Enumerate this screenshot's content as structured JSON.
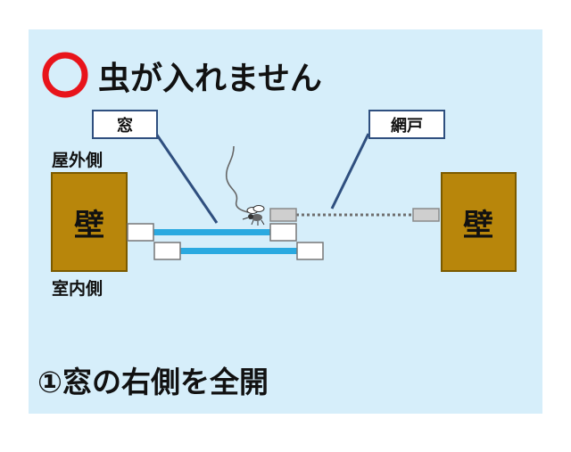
{
  "title": "虫が入れません",
  "status_symbol": "〇",
  "labels": {
    "window": "窓",
    "screen": "網戸",
    "outside": "屋外側",
    "inside": "室内側"
  },
  "walls": {
    "left": "壁",
    "right": "壁"
  },
  "caption": "①窓の右側を全開",
  "colors": {
    "background": "#d6eefa",
    "ok_circle": "#e8141b",
    "wall_fill": "#b8860b",
    "wall_border": "#7a5a00",
    "window_rail": "#2aa9e0",
    "callout_line": "#2f4f7f"
  },
  "icons": {
    "insect": "mosquito-icon",
    "flight_path": "insect-flight-path"
  }
}
